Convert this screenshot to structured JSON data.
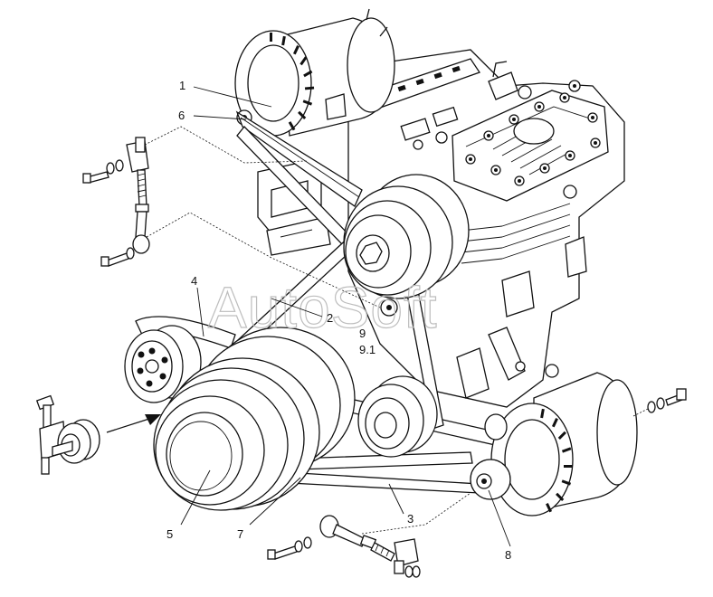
{
  "watermark": "AutoSoft",
  "callouts": {
    "c1": "1",
    "c6": "6",
    "c4": "4",
    "c2": "2",
    "c9": "9",
    "c91": "9.1",
    "c5": "5",
    "c7": "7",
    "c3": "3",
    "c8": "8"
  }
}
